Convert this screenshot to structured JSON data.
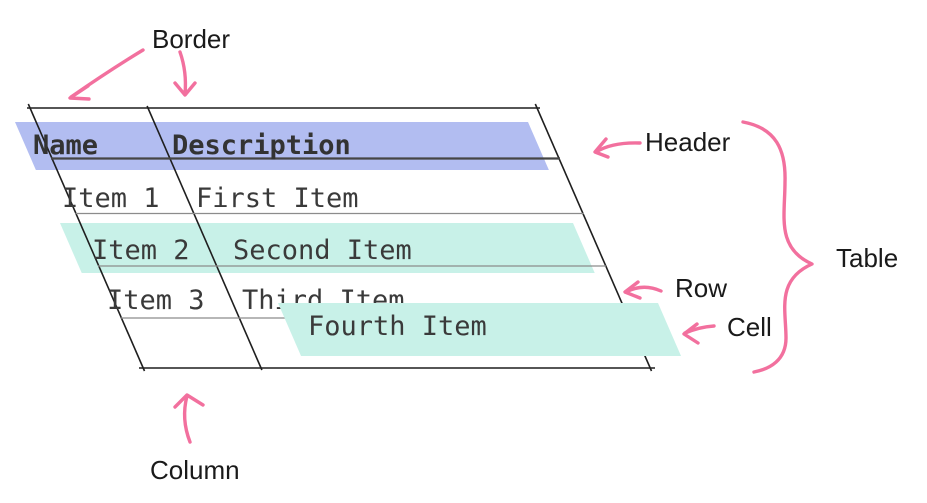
{
  "table": {
    "headers": [
      "Name",
      "Description"
    ],
    "rows": [
      {
        "name": "Item 1",
        "description": "First Item"
      },
      {
        "name": "Item 2",
        "description": "Second Item"
      },
      {
        "name": "Item 3",
        "description": "Third Item"
      }
    ],
    "floating_cell": "Fourth Item"
  },
  "annotations": {
    "border": "Border",
    "header": "Header",
    "table": "Table",
    "row": "Row",
    "cell": "Cell",
    "column": "Column"
  },
  "colors": {
    "annotation_pink": "#F2709E",
    "header_highlight": "#B2BDF1",
    "row_highlight": "#C8F1E8",
    "table_border": "#1F1F1F",
    "grid_line": "#8C8C8C",
    "table_text": "#3A3A3A",
    "label_text": "#1A1A1A",
    "background": "#FFFFFF"
  }
}
